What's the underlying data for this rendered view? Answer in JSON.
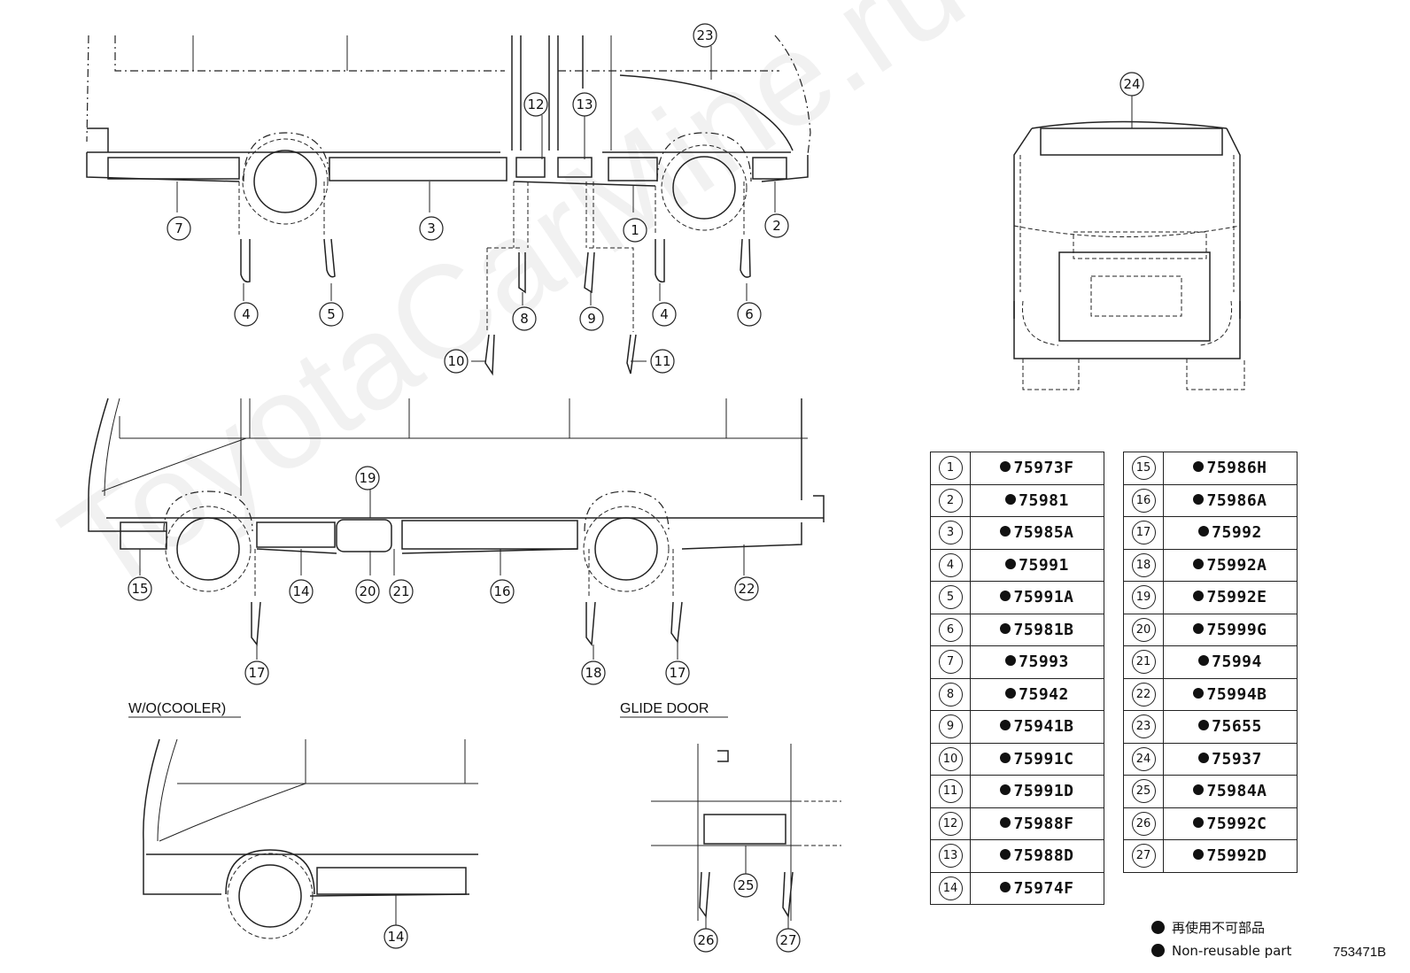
{
  "labels": {
    "section_without_cooler": "W/O(COOLER)",
    "section_glide_door": "GLIDE DOOR",
    "illustration_code": "753471B",
    "watermark": "ToyotaCarMine.ru"
  },
  "legend": {
    "marker": "●",
    "japanese": "再使用不可部品",
    "english": "Non-reusable part"
  },
  "callouts": [
    "1",
    "2",
    "3",
    "4",
    "5",
    "6",
    "7",
    "8",
    "9",
    "10",
    "11",
    "12",
    "13",
    "14",
    "15",
    "16",
    "17",
    "18",
    "19",
    "20",
    "21",
    "22",
    "23",
    "24",
    "25",
    "26",
    "27"
  ],
  "parts_left": [
    {
      "num": "1",
      "part": "75973F"
    },
    {
      "num": "2",
      "part": "75981"
    },
    {
      "num": "3",
      "part": "75985A"
    },
    {
      "num": "4",
      "part": "75991"
    },
    {
      "num": "5",
      "part": "75991A"
    },
    {
      "num": "6",
      "part": "75981B"
    },
    {
      "num": "7",
      "part": "75993"
    },
    {
      "num": "8",
      "part": "75942"
    },
    {
      "num": "9",
      "part": "75941B"
    },
    {
      "num": "10",
      "part": "75991C"
    },
    {
      "num": "11",
      "part": "75991D"
    },
    {
      "num": "12",
      "part": "75988F"
    },
    {
      "num": "13",
      "part": "75988D"
    },
    {
      "num": "14",
      "part": "75974F"
    }
  ],
  "parts_right": [
    {
      "num": "15",
      "part": "75986H"
    },
    {
      "num": "16",
      "part": "75986A"
    },
    {
      "num": "17",
      "part": "75992"
    },
    {
      "num": "18",
      "part": "75992A"
    },
    {
      "num": "19",
      "part": "75992E"
    },
    {
      "num": "20",
      "part": "75999G"
    },
    {
      "num": "21",
      "part": "75994"
    },
    {
      "num": "22",
      "part": "75994B"
    },
    {
      "num": "23",
      "part": "75655"
    },
    {
      "num": "24",
      "part": "75937"
    },
    {
      "num": "25",
      "part": "75984A"
    },
    {
      "num": "26",
      "part": "75992C"
    },
    {
      "num": "27",
      "part": "75992D"
    }
  ]
}
